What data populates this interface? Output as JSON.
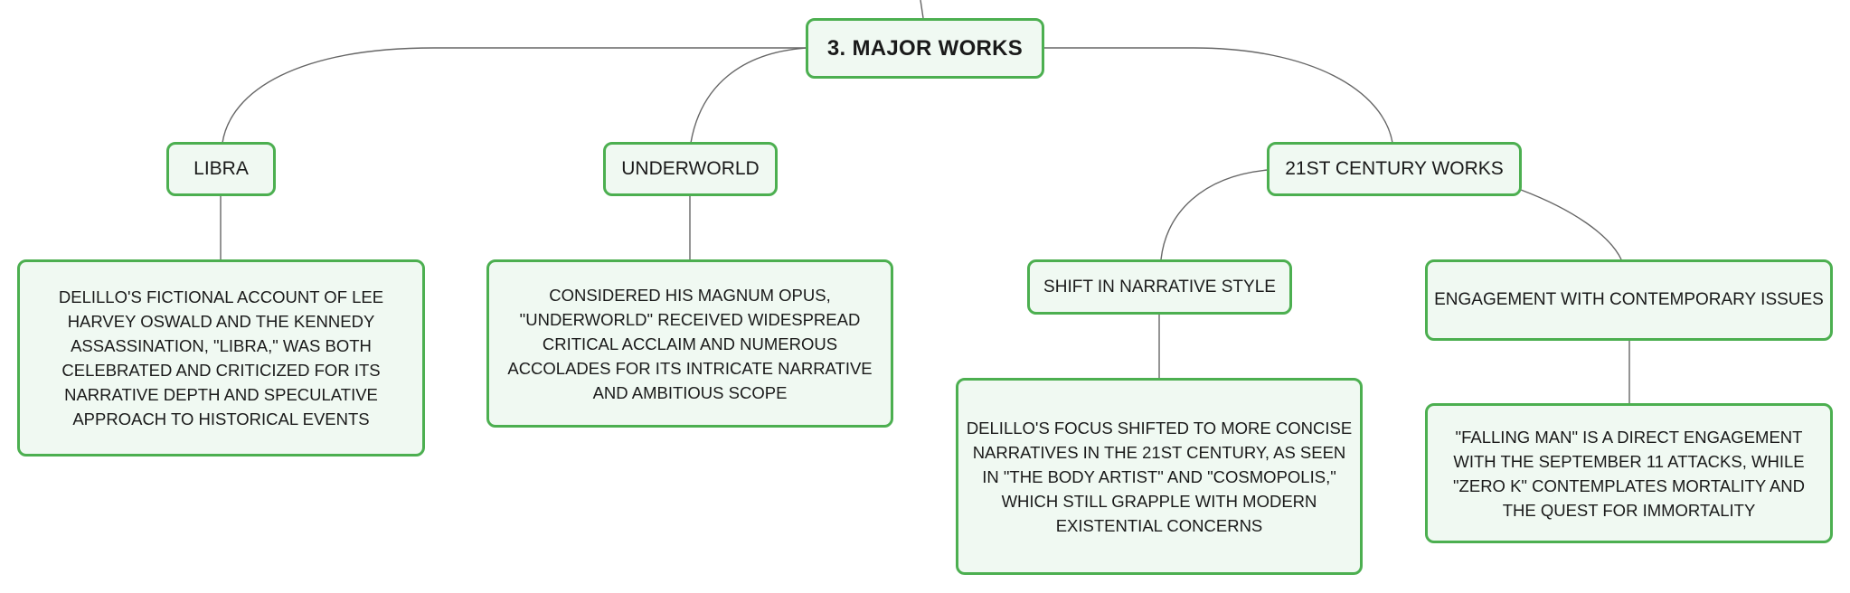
{
  "diagram": {
    "root": "3. MAJOR WORKS",
    "libra": {
      "title": "LIBRA",
      "description": "DELILLO'S FICTIONAL ACCOUNT OF LEE HARVEY OSWALD AND THE KENNEDY ASSASSINATION, \"LIBRA,\" WAS BOTH CELEBRATED AND CRITICIZED FOR ITS NARRATIVE DEPTH AND SPECULATIVE APPROACH TO HISTORICAL EVENTS"
    },
    "underworld": {
      "title": "UNDERWORLD",
      "description": "CONSIDERED HIS MAGNUM OPUS, \"UNDERWORLD\" RECEIVED WIDESPREAD CRITICAL ACCLAIM AND NUMEROUS ACCOLADES FOR ITS INTRICATE NARRATIVE AND AMBITIOUS SCOPE"
    },
    "century": {
      "title": "21ST CENTURY WORKS",
      "shift": {
        "title": "SHIFT IN NARRATIVE STYLE",
        "description": "DELILLO'S FOCUS SHIFTED TO MORE CONCISE NARRATIVES IN THE 21ST CENTURY, AS SEEN IN \"THE BODY ARTIST\" AND \"COSMOPOLIS,\" WHICH STILL GRAPPLE WITH MODERN EXISTENTIAL CONCERNS"
      },
      "engagement": {
        "title": "ENGAGEMENT WITH CONTEMPORARY ISSUES",
        "description": "\"FALLING MAN\" IS A DIRECT ENGAGEMENT WITH THE SEPTEMBER 11 ATTACKS, WHILE \"ZERO K\" CONTEMPLATES MORTALITY AND THE QUEST FOR IMMORTALITY"
      }
    }
  },
  "colors": {
    "node_border": "#4caf50",
    "node_fill": "#f0f9f2",
    "edge": "#555555"
  }
}
